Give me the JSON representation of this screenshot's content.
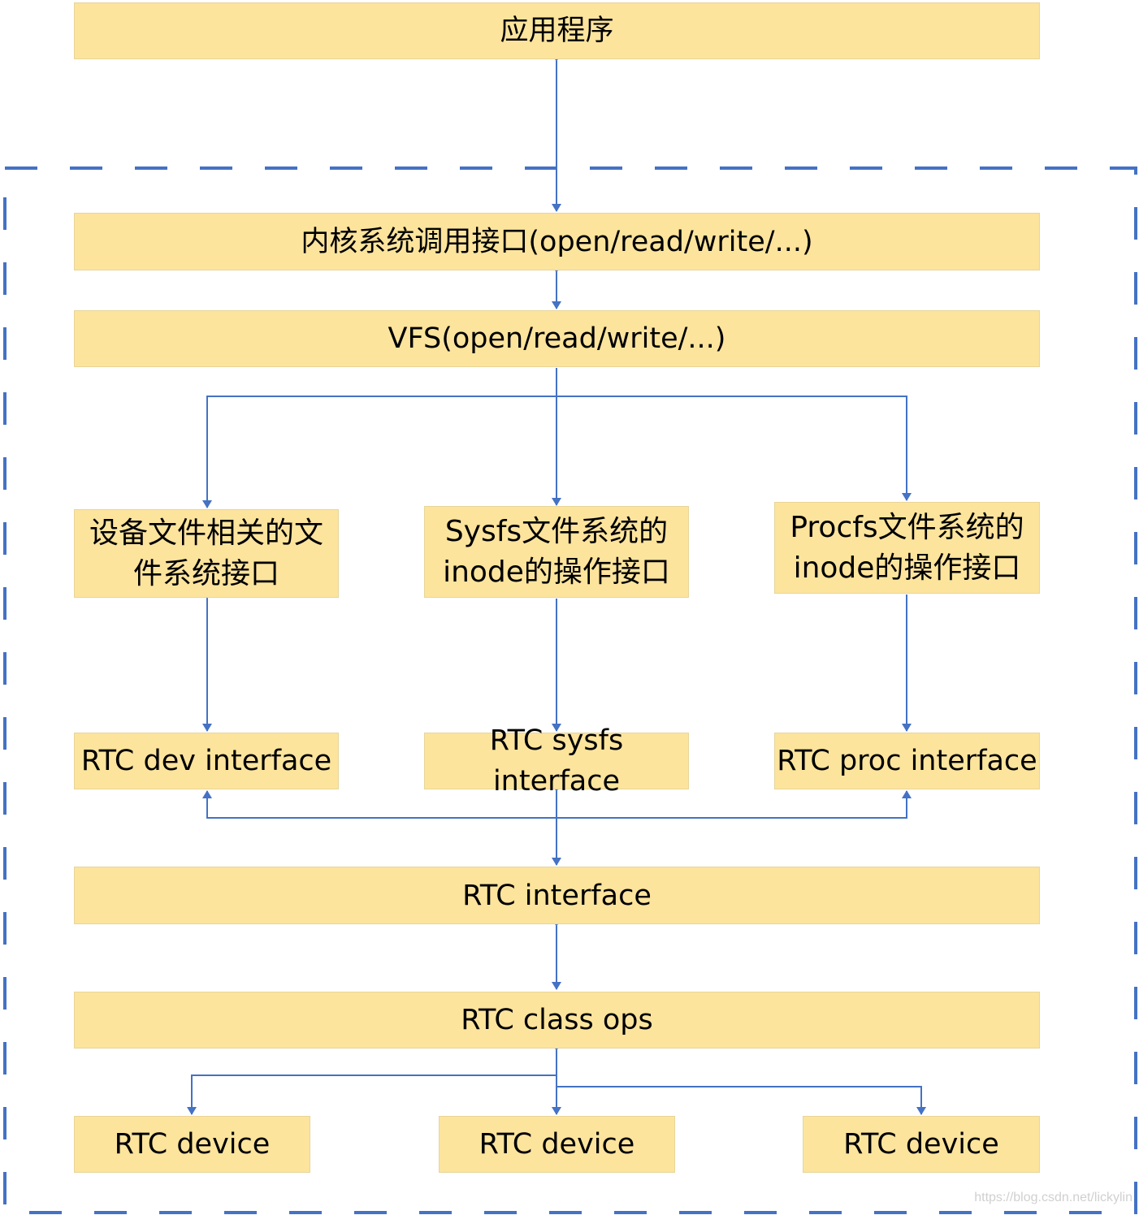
{
  "boxes": {
    "app": "应用程序",
    "syscall": "内核系统调用接口(open/read/write/...)",
    "vfs": "VFS(open/read/write/...)",
    "devfs": [
      "设备文件相关的文",
      "件系统接口"
    ],
    "sysfs": [
      "Sysfs文件系统的",
      "inode的操作接口"
    ],
    "procfs": [
      "Procfs文件系统的",
      "inode的操作接口"
    ],
    "rtc_dev": "RTC dev interface",
    "rtc_sysfs": "RTC sysfs interface",
    "rtc_proc": "RTC proc interface",
    "rtc_interface": "RTC interface",
    "rtc_class_ops": "RTC class ops",
    "rtc_device_1": "RTC device",
    "rtc_device_2": "RTC device",
    "rtc_device_3": "RTC device"
  },
  "watermark": "https://blog.csdn.net/lickylin",
  "colors": {
    "box_fill": "#FCE49D",
    "arrow": "#4472C4",
    "dashed_border": "#4472C4"
  }
}
